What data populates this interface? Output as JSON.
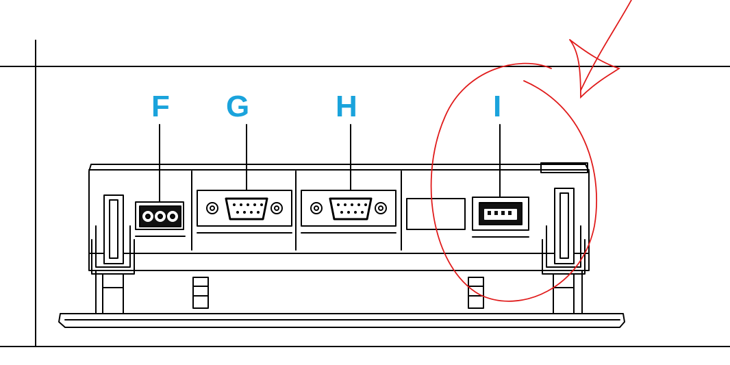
{
  "diagram": {
    "port_labels": {
      "f": "F",
      "g": "G",
      "h": "H",
      "i": "I"
    },
    "colors": {
      "label": "#1aa3dc",
      "line": "#000000",
      "annotation": "#e01b1b"
    }
  }
}
